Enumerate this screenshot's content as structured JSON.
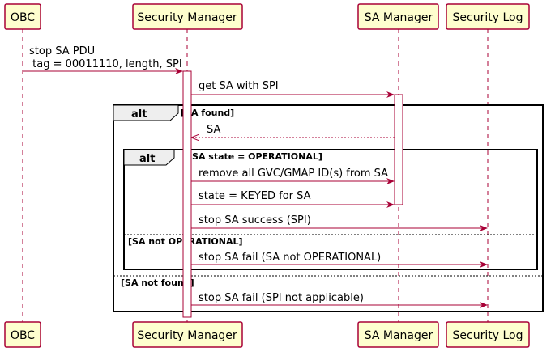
{
  "participants": [
    {
      "id": "obc",
      "label": "OBC"
    },
    {
      "id": "sm",
      "label": "Security Manager"
    },
    {
      "id": "sam",
      "label": "SA Manager"
    },
    {
      "id": "log",
      "label": "Security Log"
    }
  ],
  "colors": {
    "participant_fill": "#FEFECE",
    "accent": "#A80036",
    "frame_tab": "#EEEEEE"
  },
  "messages": [
    {
      "from": "obc",
      "to": "sm",
      "lines": [
        "stop SA PDU",
        " tag = 00011110, length, SPI"
      ],
      "style": "solid"
    },
    {
      "from": "sm",
      "to": "sam",
      "lines": [
        "get SA with SPI"
      ],
      "style": "solid"
    },
    {
      "from": "sam",
      "to": "sm",
      "lines": [
        "SA"
      ],
      "style": "dashed"
    },
    {
      "from": "sm",
      "to": "sam",
      "lines": [
        "remove all GVC/GMAP ID(s) from SA"
      ],
      "style": "solid"
    },
    {
      "from": "sm",
      "to": "sam",
      "lines": [
        "state = KEYED for SA"
      ],
      "style": "solid"
    },
    {
      "from": "sm",
      "to": "log",
      "lines": [
        "stop SA success (SPI)"
      ],
      "style": "solid"
    },
    {
      "from": "sm",
      "to": "log",
      "lines": [
        "stop SA fail (SA not OPERATIONAL)"
      ],
      "style": "solid"
    },
    {
      "from": "sm",
      "to": "log",
      "lines": [
        "stop SA fail (SPI not applicable)"
      ],
      "style": "solid"
    }
  ],
  "frames": [
    {
      "keyword": "alt",
      "guard": "[SA found]",
      "else_guard": "[SA not found]"
    },
    {
      "keyword": "alt",
      "guard": "[SA state = OPERATIONAL]",
      "else_guard": "[SA not OPERATIONAL]"
    }
  ]
}
